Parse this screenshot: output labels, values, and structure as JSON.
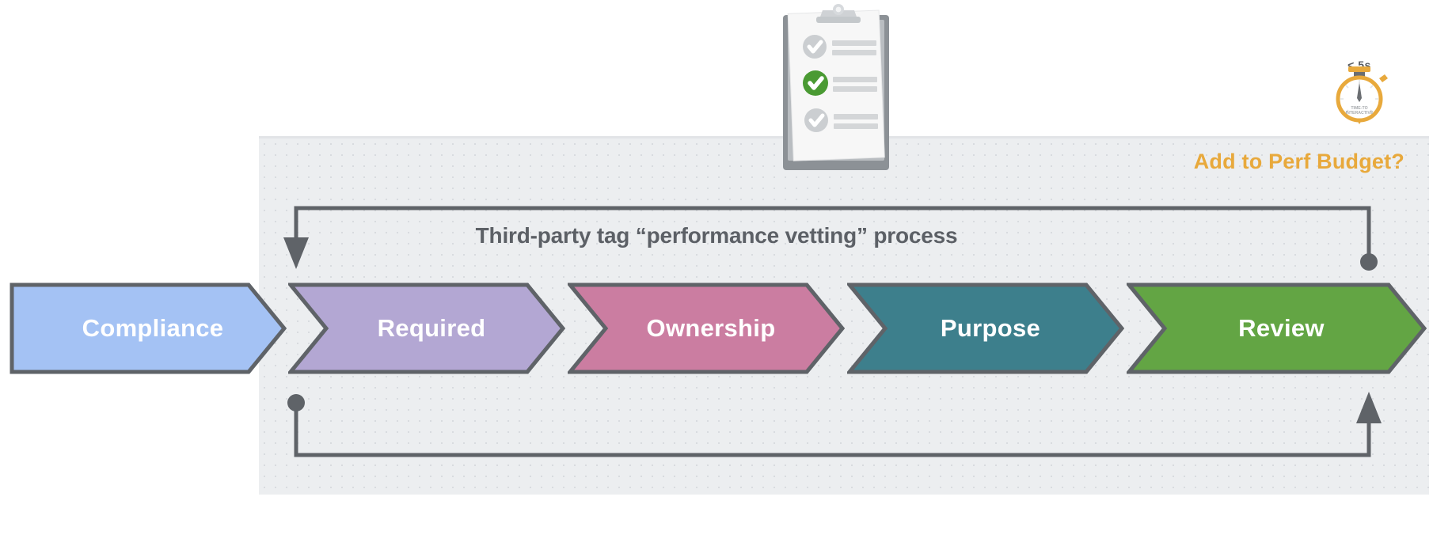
{
  "panel": {
    "heading": "Add to Perf Budget?",
    "heading_color": "#e8a93c",
    "background_color": "#eceef0",
    "title": "Third-party tag “performance vetting” process",
    "title_color": "#5c6066"
  },
  "stages": [
    {
      "label": "Compliance",
      "fill": "#a4c2f4",
      "stroke": "#5f6368",
      "notched": false
    },
    {
      "label": "Required",
      "fill": "#b3a7d3",
      "stroke": "#5f6368",
      "notched": true
    },
    {
      "label": "Ownership",
      "fill": "#cb7da1",
      "stroke": "#5f6368",
      "notched": true
    },
    {
      "label": "Purpose",
      "fill": "#3d7f8c",
      "stroke": "#5f6368",
      "notched": true
    },
    {
      "label": "Review",
      "fill": "#63a544",
      "stroke": "#5f6368",
      "notched": true
    }
  ],
  "connectors": {
    "line_color": "#5f6368",
    "top": {
      "start_marker": "dot",
      "end_marker": "arrow",
      "direction": "right-to-left"
    },
    "bottom": {
      "start_marker": "dot",
      "end_marker": "arrow",
      "direction": "left-to-right"
    }
  },
  "stopwatch": {
    "budget_label": "< 5s",
    "face_line_1": "TIME-TO",
    "face_line_2": "INTERACTIVE",
    "color": "#e8a93c"
  },
  "clipboard": {
    "items": [
      {
        "state": "unchecked",
        "check_color": "#c6c9cc"
      },
      {
        "state": "checked",
        "check_color": "#4a9a33"
      },
      {
        "state": "unchecked",
        "check_color": "#c6c9cc"
      }
    ],
    "board_color": "#8c9196",
    "paper_color": "#f7f7f7",
    "line_color": "#d4d6d8"
  }
}
